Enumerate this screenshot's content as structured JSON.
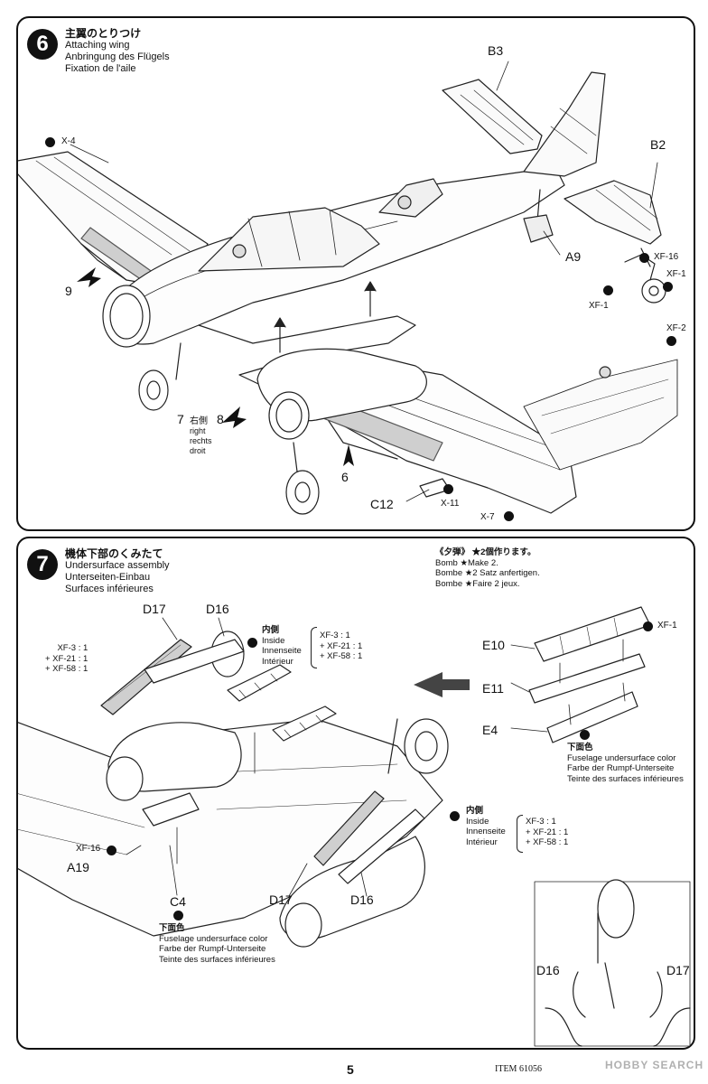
{
  "step6": {
    "number": "6",
    "title_ja": "主翼のとりつけ",
    "title_en": "Attaching wing",
    "title_de": "Anbringung des Flügels",
    "title_fr": "Fixation de l'aile",
    "labels": {
      "b3": "B3",
      "b2": "B2",
      "a9": "A9",
      "x4": "X-4",
      "xf16": "XF-16",
      "xf1a": "XF-1",
      "xf1b": "XF-1",
      "xf2": "XF-2",
      "nine": "9",
      "seven": "7",
      "eight": "8",
      "six": "6",
      "right_ja": "右側",
      "right_en": "right",
      "right_de": "rechts",
      "right_fr": "droit",
      "c12": "C12",
      "x11": "X-11",
      "x7": "X-7"
    }
  },
  "step7": {
    "number": "7",
    "title_ja": "機体下部のくみたて",
    "title_en": "Undersurface assembly",
    "title_de": "Unterseiten-Einbau",
    "title_fr": "Surfaces inférieures",
    "bomb": {
      "title_ja": "《夕弾》 ★2個作ります。",
      "en": "Bomb ★Make 2.",
      "de": "Bombe ★2 Satz anfertigen.",
      "fr": "Bombe ★Faire 2 jeux."
    },
    "labels": {
      "d17a": "D17",
      "d16a": "D16",
      "xf3_left": "XF-3 : 1",
      "xf21_left": "+ XF-21 : 1",
      "xf58_left": "+ XF-58 : 1",
      "inside_ja_a": "内側",
      "inside_en_a": "Inside",
      "inside_de_a": "Innenseite",
      "inside_fr_a": "Intérieur",
      "xf3_mid": "XF-3 : 1",
      "xf21_mid": "+ XF-21 : 1",
      "xf58_mid": "+ XF-58 : 1",
      "e10": "E10",
      "e11": "E11",
      "e4": "E4",
      "xf1": "XF-1",
      "under_ja_a": "下面色",
      "under_en_a": "Fuselage undersurface color",
      "under_de_a": "Farbe der Rumpf-Unterseite",
      "under_fr_a": "Teinte des surfaces inférieures",
      "inside_ja_b": "内側",
      "inside_en_b": "Inside",
      "inside_de_b": "Innenseite",
      "inside_fr_b": "Intérieur",
      "xf3_right": "XF-3 : 1",
      "xf21_right": "+ XF-21 : 1",
      "xf58_right": "+ XF-58 : 1",
      "xf16": "XF-16",
      "a19": "A19",
      "c4": "C4",
      "d17b": "D17",
      "d16b": "D16",
      "under_ja_b": "下面色",
      "under_en_b": "Fuselage undersurface color",
      "under_de_b": "Farbe der Rumpf-Unterseite",
      "under_fr_b": "Teinte des surfaces inférieures",
      "d16c": "D16",
      "d17c": "D17"
    }
  },
  "footer": {
    "page": "5",
    "item": "ITEM 61056",
    "watermark": "HOBBY SEARCH"
  }
}
